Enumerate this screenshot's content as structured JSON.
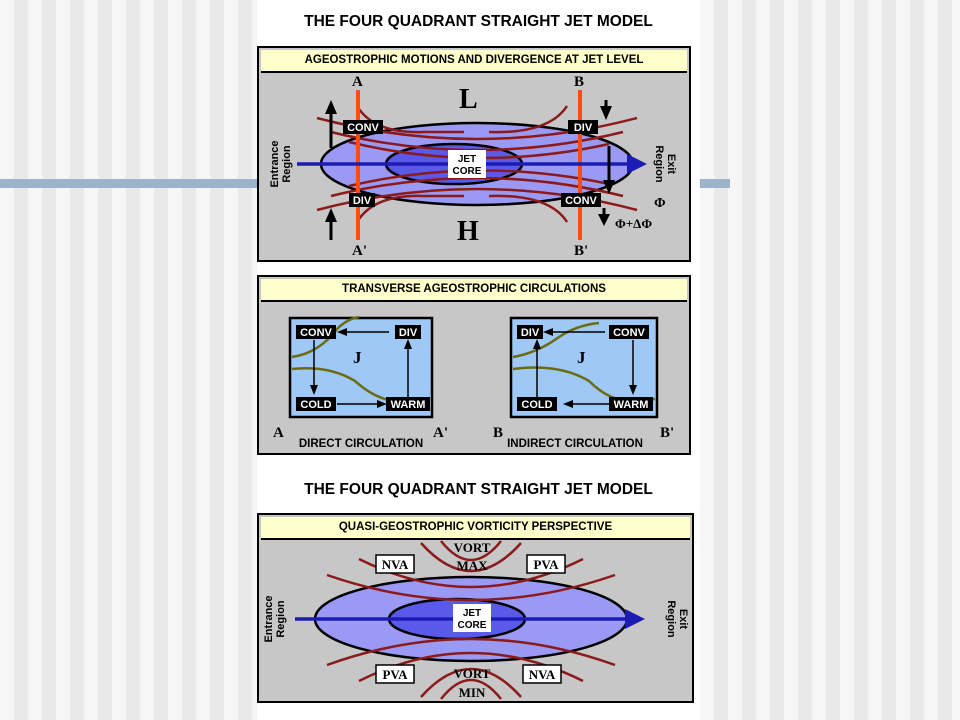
{
  "main_title_top": "THE FOUR QUADRANT STRAIGHT JET MODEL",
  "main_title_bottom": "THE FOUR QUADRANT STRAIGHT JET MODEL",
  "panel1": {
    "title": "AGEOSTROPHIC MOTIONS AND DIVERGENCE AT JET LEVEL",
    "A": "A",
    "A_prime": "A'",
    "B": "B",
    "B_prime": "B'",
    "L": "L",
    "H": "H",
    "conv_top_left": "CONV",
    "div_top_right": "DIV",
    "div_bottom_left": "DIV",
    "conv_bottom_right": "CONV",
    "jet": "JET",
    "core": "CORE",
    "entrance_line1": "Entrance",
    "entrance_line2": "Region",
    "exit_line1": "Exit",
    "exit_line2": "Region",
    "phi": "Φ",
    "phi_delta": "Φ+ΔΦ"
  },
  "panel2": {
    "title": "TRANSVERSE AGEOSTROPHIC CIRCULATIONS",
    "left": {
      "conv": "CONV",
      "div": "DIV",
      "cold": "COLD",
      "warm": "WARM",
      "j": "J",
      "A": "A",
      "A_prime": "A'",
      "caption": "DIRECT CIRCULATION"
    },
    "right": {
      "div": "DIV",
      "conv": "CONV",
      "cold": "COLD",
      "warm": "WARM",
      "j": "J",
      "B": "B",
      "B_prime": "B'",
      "caption": "INDIRECT CIRCULATION"
    }
  },
  "panel3": {
    "title": "QUASI-GEOSTROPHIC VORTICITY PERSPECTIVE",
    "nva_top": "NVA",
    "pva_top": "PVA",
    "pva_bottom": "PVA",
    "nva_bottom": "NVA",
    "vort": "VORT",
    "max": "MAX",
    "vort2": "VORT",
    "min": "MIN",
    "jet": "JET",
    "core": "CORE",
    "entrance_line1": "Entrance",
    "entrance_line2": "Region",
    "exit_line1": "Exit",
    "exit_line2": "Region"
  },
  "colors": {
    "panel": "#c7c7c7",
    "header": "#ffffcc",
    "ellipse_outer": "#9a9af5",
    "ellipse_core": "#5a5ae8",
    "arrow": "#1c1cb4",
    "contour": "#8c1a1a",
    "section": "#ff4a10",
    "box": "#9ec8f5",
    "front": "#6b6b10"
  }
}
